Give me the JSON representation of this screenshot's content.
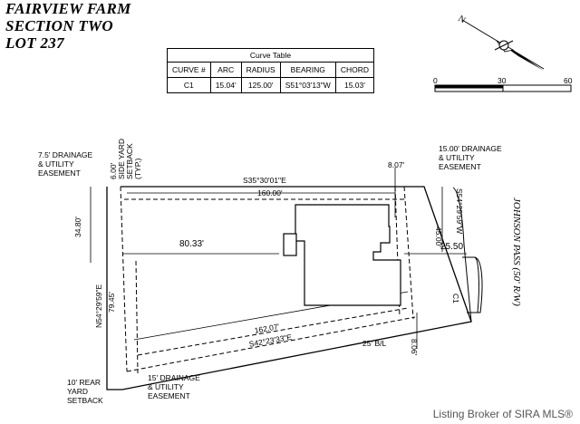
{
  "title": {
    "line1": "FAIRVIEW FARM",
    "line2": "SECTION TWO",
    "line3": "LOT 237"
  },
  "curve_table": {
    "caption": "Curve Table",
    "headers": [
      "CURVE #",
      "ARC",
      "RADIUS",
      "BEARING",
      "CHORD"
    ],
    "row": [
      "C1",
      "15.04'",
      "125.00'",
      "S51°03'13\"W",
      "15.03'"
    ]
  },
  "scale": {
    "ticks": [
      "0",
      "30",
      "60"
    ]
  },
  "compass": {
    "north": "N"
  },
  "plat": {
    "label_drainage_left": "7.5' DRAINAGE\n& UTILITY\nEASEMENT",
    "label_side_yard": "6.00'\nSIDE YARD\nSETBACK\n(TYP.)",
    "label_drainage_right": "15.00' DRAINAGE\n& UTILITY\nEASEMENT",
    "label_rear_yard": "10' REAR\nYARD\nSETBACK",
    "label_drainage_bottom": "15' DRAINAGE\n& UTILITY\nEASEMENT",
    "dim_top_bearing": "S35°30'01\"E",
    "dim_top_length": "160.00'",
    "dim_top_side": "8.07'",
    "dim_left_width": "34.80'",
    "dim_house_offset": "80.33'",
    "dim_left_bearing": "N54°29'59\"E",
    "dim_left_length": "79.45'",
    "dim_right_length": "45.00'",
    "dim_right_bearing": "S54°29'59\"W",
    "dim_front_setback": "25.50'",
    "dim_bottom_length": "162.07'",
    "dim_bottom_bearing": "S42°23'33\"E",
    "dim_building_line": "25' B/L",
    "dim_bottom_side": "8.06'",
    "curve_label": "C1",
    "street": "JOHNSON PASS (50' R/W)"
  },
  "watermark": "Listing Broker of SIRA MLS®"
}
